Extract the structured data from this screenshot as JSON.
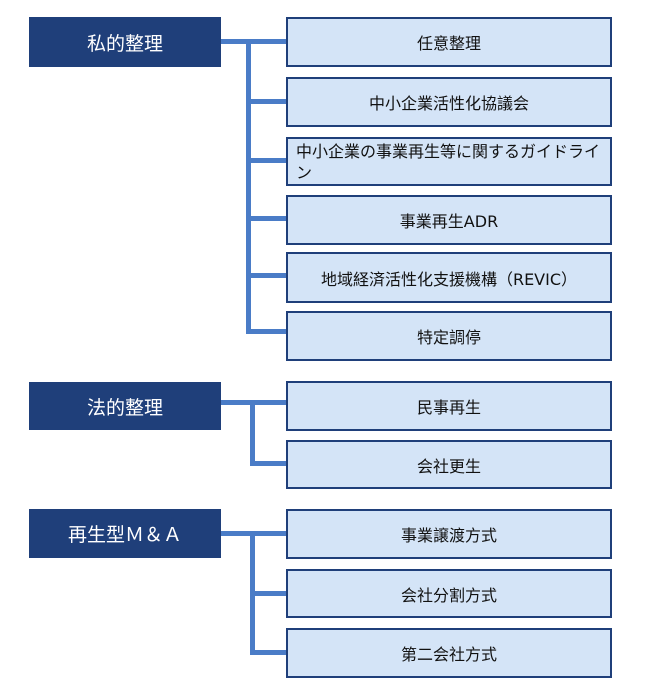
{
  "groups": [
    {
      "title": "私的整理",
      "items": [
        "任意整理",
        "中小企業活性化協議会",
        "中小企業の事業再生等に関するガイドライン",
        "事業再生ADR",
        "地域経済活性化支援機構（REVIC）",
        "特定調停"
      ]
    },
    {
      "title": "法的整理",
      "items": [
        "民事再生",
        "会社更生"
      ]
    },
    {
      "title": "再生型Ｍ＆Ａ",
      "items": [
        "事業譲渡方式",
        "会社分割方式",
        "第二会社方式"
      ]
    }
  ],
  "colors": {
    "category_bg": "#1f3f7a",
    "item_bg": "#d4e4f7",
    "item_border": "#1f3f7a",
    "connector": "#4a7cc7"
  }
}
